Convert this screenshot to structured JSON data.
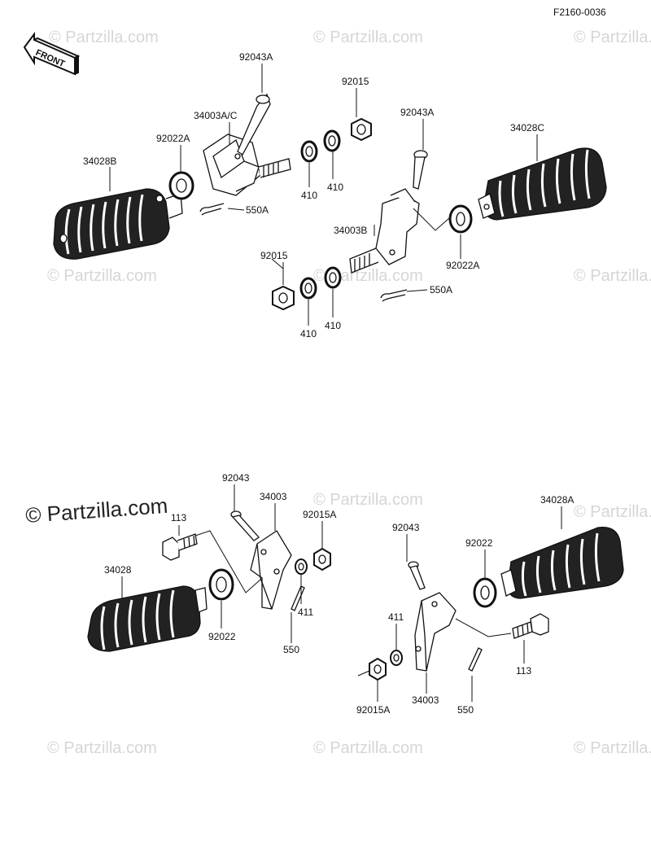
{
  "figure_code": "F2160-0036",
  "front_label": "FRONT",
  "watermark": "© Partzilla.com",
  "watermark_large": "© Partzilla.com",
  "callouts": {
    "c34028B": "34028B",
    "c92022A_l": "92022A",
    "c34003AC": "34003A/C",
    "c92043A_l": "92043A",
    "c92015_t": "92015",
    "c410_a": "410",
    "c410_b": "410",
    "c550A_l": "550A",
    "c92043A_r": "92043A",
    "c34028C": "34028C",
    "c34003B": "34003B",
    "c92015_m": "92015",
    "c410_c": "410",
    "c410_d": "410",
    "c92022A_r": "92022A",
    "c550A_r": "550A",
    "c113_l": "113",
    "c92043_l": "92043",
    "c34003_l": "34003",
    "c92015A_l": "92015A",
    "c34028": "34028",
    "c92022_l": "92022",
    "c411_l": "411",
    "c550_l": "550",
    "c92043_r": "92043",
    "c34028A": "34028A",
    "c92022_r": "92022",
    "c411_r": "411",
    "c113_r": "113",
    "c92015A_r": "92015A",
    "c34003_r": "34003",
    "c550_r": "550"
  }
}
